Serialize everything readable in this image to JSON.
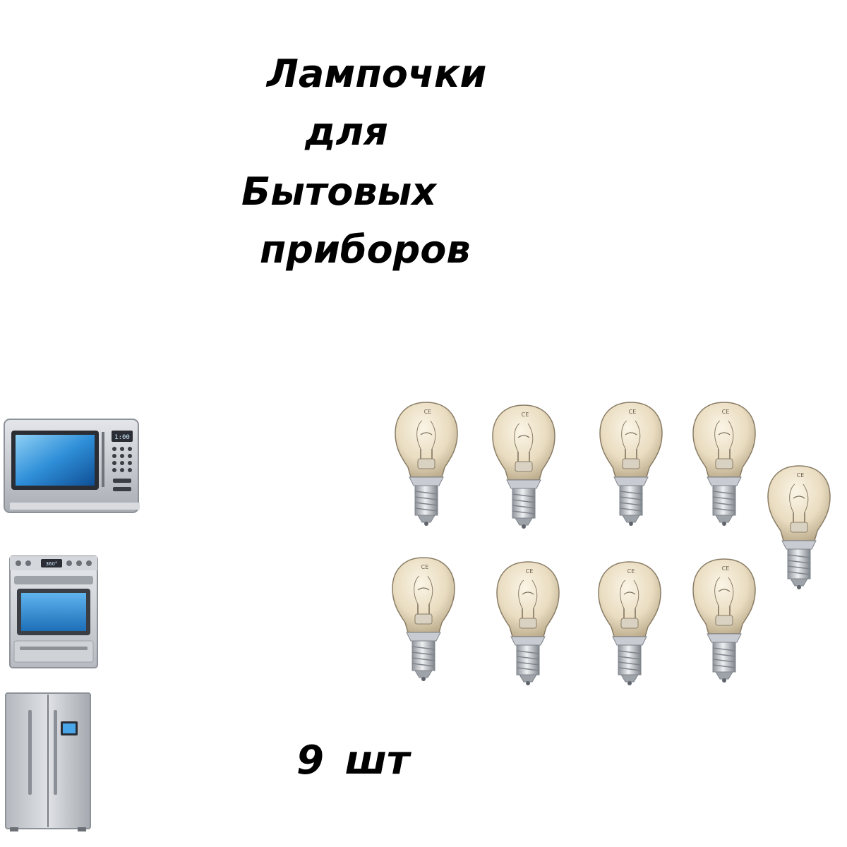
{
  "title": {
    "line1": "Лампочки",
    "line2": "для",
    "line3": "Бытовых",
    "line4": "приборов"
  },
  "quantity_label": "9 шт",
  "appliances": [
    "microwave-icon",
    "oven-icon",
    "refrigerator-icon"
  ],
  "bulb_count": 9,
  "colors": {
    "text": "#000000",
    "bulb_glass": "#e9dcc0",
    "bulb_base": "#c8ccd2",
    "screen_blue": "#2f8fd8",
    "appliance_steel": "#c9ccd1"
  }
}
